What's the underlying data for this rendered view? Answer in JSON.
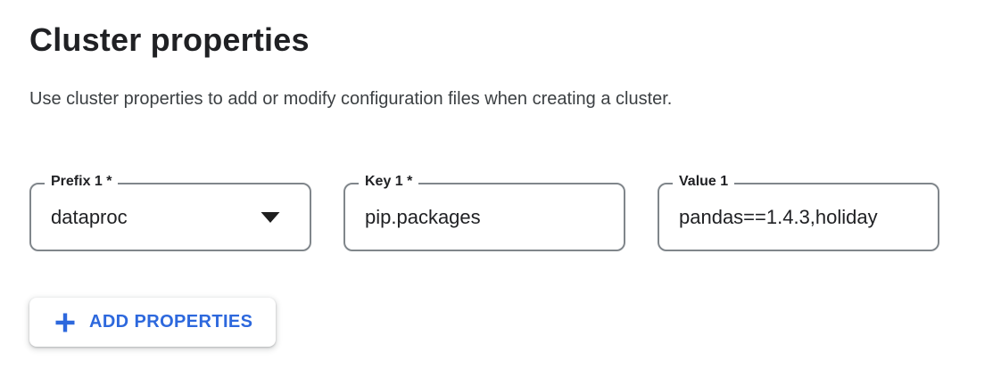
{
  "page": {
    "title": "Cluster properties",
    "description": "Use cluster properties to add or modify configuration files when creating a cluster."
  },
  "fields": {
    "prefix": {
      "label": "Prefix 1 *",
      "value": "dataproc",
      "icon": "dropdown-arrow-icon"
    },
    "key": {
      "label": "Key 1 *",
      "value": "pip.packages"
    },
    "value": {
      "label": "Value 1",
      "value": "pandas==1.4.3,holiday"
    }
  },
  "buttons": {
    "add_properties": {
      "label": "ADD PROPERTIES",
      "icon": "plus-icon"
    }
  },
  "colors": {
    "accent": "#2d68dd",
    "text_primary": "#202124",
    "text_secondary": "#3c4043",
    "field_border": "#80868b"
  }
}
